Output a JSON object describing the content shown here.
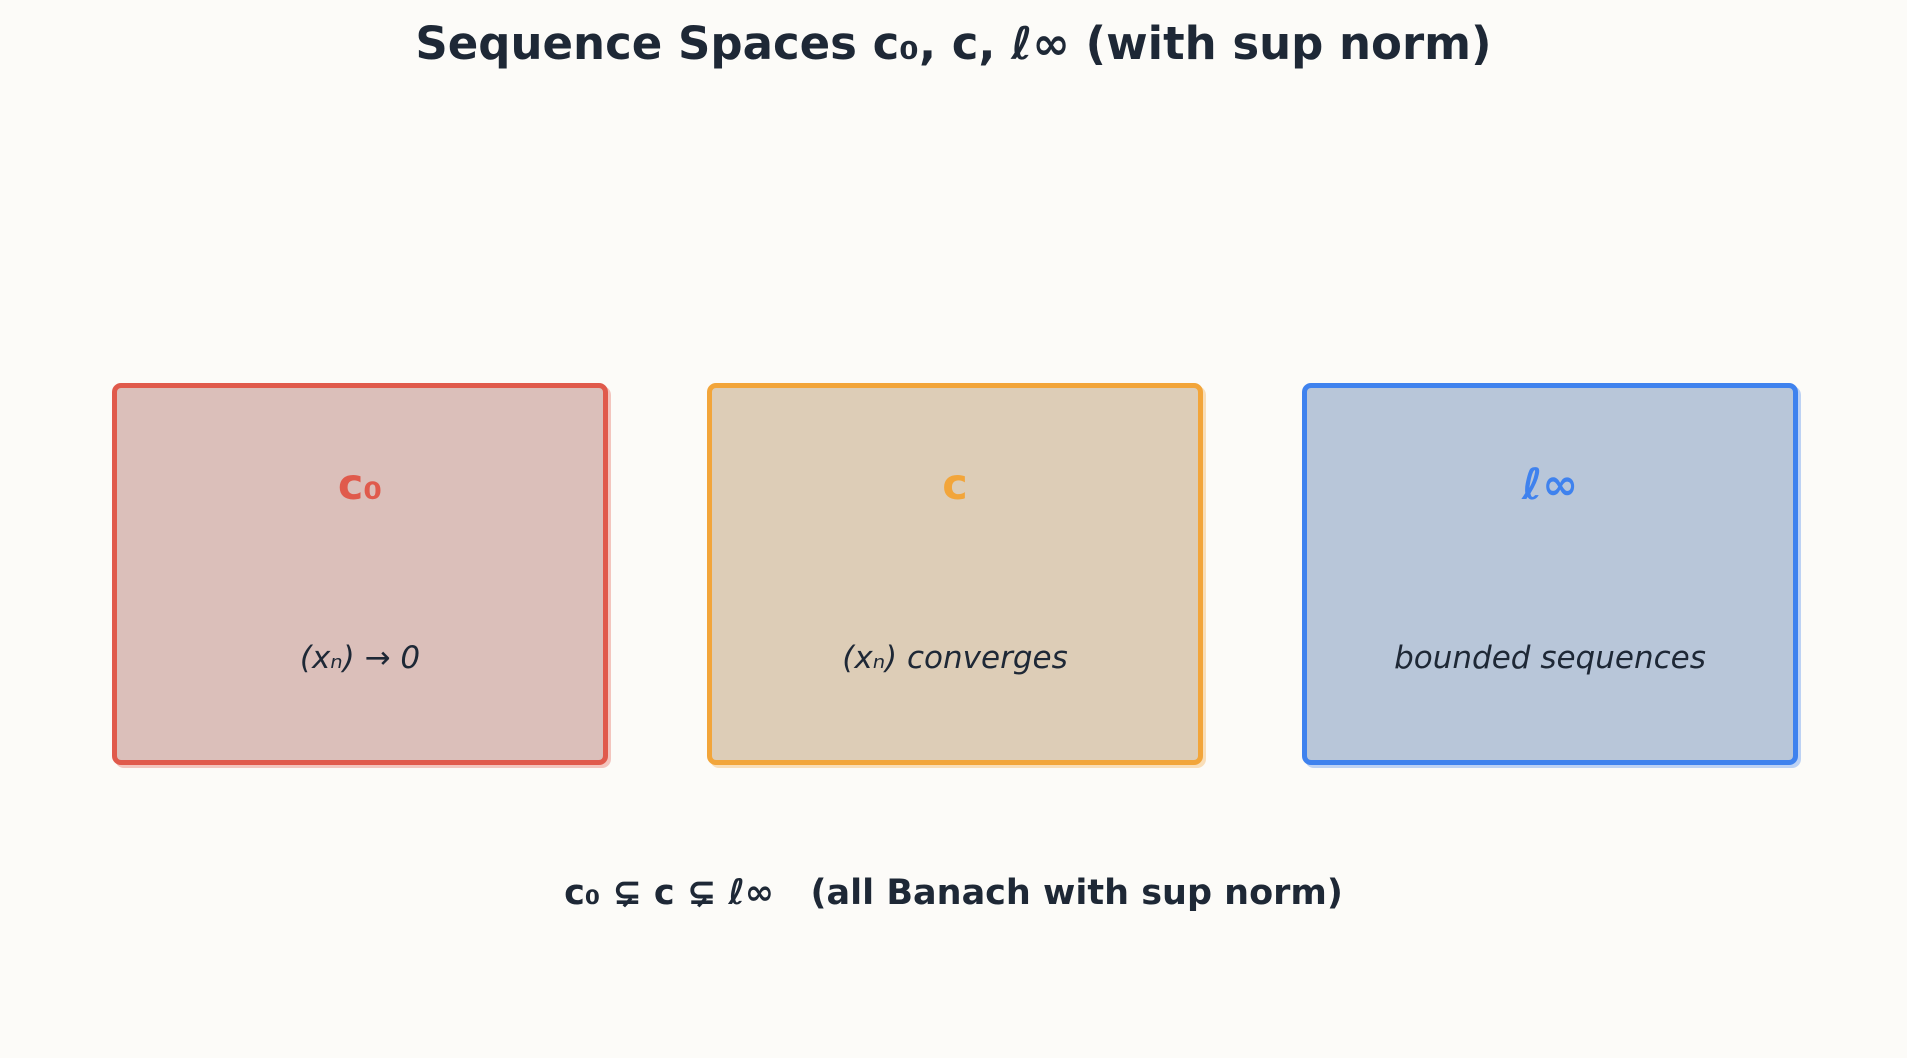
{
  "title": "Sequence Spaces c₀, c, ℓ∞ (with sup norm)",
  "boxes": [
    {
      "name": "c₀",
      "description": "(xₙ) → 0",
      "border_color": "#e05a4c",
      "fill_color": "#dbbfba"
    },
    {
      "name": "c",
      "description": "(xₙ) converges",
      "border_color": "#f2a53a",
      "fill_color": "#ddcdb7"
    },
    {
      "name": "ℓ∞",
      "description": "bounded sequences",
      "border_color": "#3f82ee",
      "fill_color": "#b8c6d9"
    }
  ],
  "footer": "c₀ ⊊ c ⊊ ℓ∞   (all Banach with sup norm)"
}
